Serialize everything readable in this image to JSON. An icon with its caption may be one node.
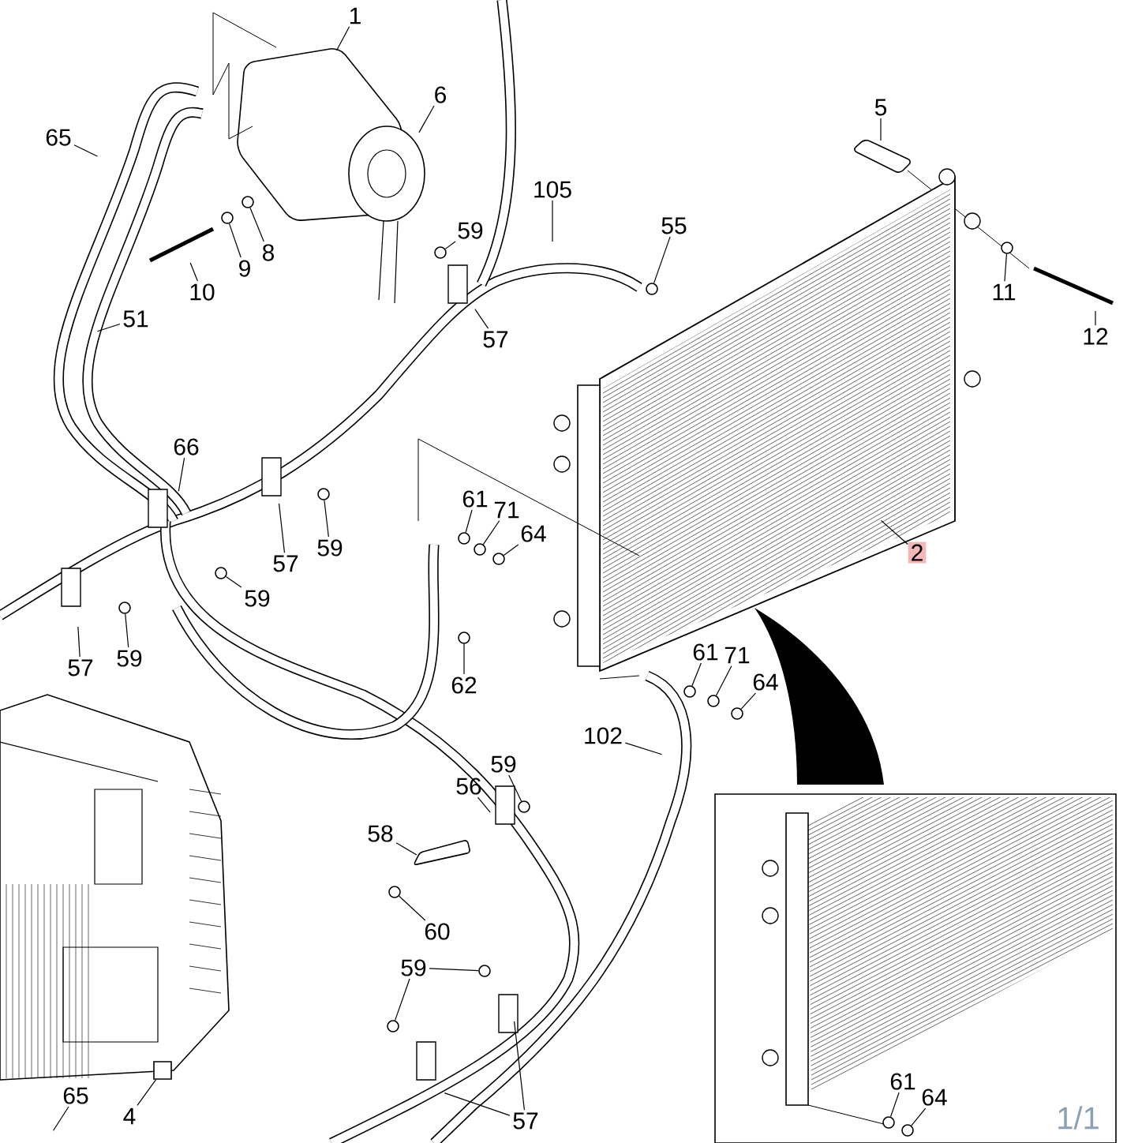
{
  "diagram": {
    "nodes": [
      {
        "text": [
          "1"
        ]
      },
      {
        "text": [
          "6"
        ]
      },
      {
        "text": [
          "5"
        ]
      },
      {
        "text": [
          "65"
        ]
      },
      {
        "text": [
          "105"
        ]
      },
      {
        "text": [
          "55"
        ]
      },
      {
        "text": [
          "59"
        ]
      },
      {
        "text": [
          "8"
        ]
      },
      {
        "text": [
          "9"
        ]
      },
      {
        "text": [
          "10"
        ]
      },
      {
        "text": [
          "11"
        ]
      },
      {
        "text": [
          "51"
        ]
      },
      {
        "text": [
          "12"
        ]
      },
      {
        "text": [
          "57"
        ]
      },
      {
        "text": [
          "66"
        ]
      },
      {
        "text": [
          "61"
        ]
      },
      {
        "text": [
          "71"
        ]
      },
      {
        "text": [
          "64"
        ]
      },
      {
        "text": [
          "59"
        ]
      },
      {
        "text": [
          "2"
        ]
      },
      {
        "text": [
          "57"
        ]
      },
      {
        "text": [
          "59"
        ]
      },
      {
        "text": [
          "61"
        ]
      },
      {
        "text": [
          "71"
        ]
      },
      {
        "text": [
          "59"
        ]
      },
      {
        "text": [
          "57"
        ]
      },
      {
        "text": [
          "64"
        ]
      },
      {
        "text": [
          "62"
        ]
      },
      {
        "text": [
          "102"
        ]
      },
      {
        "text": [
          "59"
        ]
      },
      {
        "text": [
          "56"
        ]
      },
      {
        "text": [
          "58"
        ]
      },
      {
        "text": [
          "60"
        ]
      },
      {
        "text": [
          "59"
        ]
      },
      {
        "text": [
          "61"
        ]
      },
      {
        "text": [
          "65"
        ]
      },
      {
        "text": [
          "64"
        ]
      },
      {
        "text": [
          "4"
        ]
      },
      {
        "text": [
          "57"
        ]
      },
      {
        "text": [],
        "shape": "circle"
      },
      {
        "text": [],
        "shape": "circle"
      },
      {
        "text": [],
        "shape": "circle"
      },
      {
        "text": [],
        "shape": "circle"
      },
      {
        "text": [],
        "shape": "circle"
      },
      {
        "text": [],
        "shape": "circle"
      },
      {
        "text": [],
        "shape": "circle"
      },
      {
        "text": [],
        "shape": "circle"
      },
      {
        "text": [],
        "shape": "circle"
      },
      {
        "text": [],
        "shape": "circle"
      },
      {
        "text": [],
        "shape": "circle"
      },
      {
        "text": [],
        "shape": "circle"
      },
      {
        "text": [],
        "shape": "circle"
      },
      {
        "text": [],
        "shape": "circle"
      },
      {
        "text": [],
        "shape": "circle"
      },
      {
        "text": [],
        "shape": "circle"
      },
      {
        "text": [],
        "shape": "circle"
      },
      {
        "text": [],
        "shape": "circle"
      },
      {
        "text": [],
        "shape": "circle"
      },
      {
        "text": [],
        "shape": "circle"
      },
      {
        "text": [],
        "shape": "circle"
      },
      {
        "text": [],
        "shape": "box"
      }
    ],
    "edges": [
      {
        "from": 0,
        "to": null,
        "arrow": "none"
      },
      {
        "from": 1,
        "to": null,
        "arrow": "none"
      },
      {
        "from": 2,
        "to": null,
        "arrow": "none"
      },
      {
        "from": 3,
        "to": null,
        "arrow": "none"
      },
      {
        "from": 4,
        "to": null,
        "arrow": "none"
      },
      {
        "from": 5,
        "to": 39,
        "arrow": "none"
      },
      {
        "from": 6,
        "to": 40,
        "arrow": "none"
      },
      {
        "from": 7,
        "to": 41,
        "arrow": "none"
      },
      {
        "from": 8,
        "to": 42,
        "arrow": "none"
      },
      {
        "from": 9,
        "to": null,
        "arrow": "none"
      },
      {
        "from": 10,
        "to": 43,
        "arrow": "none"
      },
      {
        "from": 11,
        "to": null,
        "arrow": "none"
      },
      {
        "from": 12,
        "to": null,
        "arrow": "none"
      },
      {
        "from": 13,
        "to": null,
        "arrow": "none"
      },
      {
        "from": 14,
        "to": null,
        "arrow": "none"
      },
      {
        "from": 15,
        "to": 44,
        "arrow": "none"
      },
      {
        "from": 16,
        "to": 45,
        "arrow": "none"
      },
      {
        "from": 17,
        "to": 46,
        "arrow": "none"
      },
      {
        "from": 18,
        "to": 47,
        "arrow": "none"
      },
      {
        "from": 19,
        "to": null,
        "arrow": "none"
      },
      {
        "from": 20,
        "to": null,
        "arrow": "none"
      },
      {
        "from": 21,
        "to": 48,
        "arrow": "none"
      },
      {
        "from": 22,
        "to": 49,
        "arrow": "none"
      },
      {
        "from": 23,
        "to": 50,
        "arrow": "none"
      },
      {
        "from": 24,
        "to": 52,
        "arrow": "none"
      },
      {
        "from": 25,
        "to": null,
        "arrow": "none"
      },
      {
        "from": 26,
        "to": 51,
        "arrow": "none"
      },
      {
        "from": 27,
        "to": 53,
        "arrow": "none"
      },
      {
        "from": 28,
        "to": null,
        "arrow": "none"
      },
      {
        "from": 29,
        "to": 54,
        "arrow": "none"
      },
      {
        "from": 30,
        "to": null,
        "arrow": "none"
      },
      {
        "from": 31,
        "to": null,
        "arrow": "none"
      },
      {
        "from": 32,
        "to": 55,
        "arrow": "none"
      },
      {
        "from": 33,
        "to": 56,
        "arrow": "none"
      },
      {
        "from": 34,
        "to": 58,
        "arrow": "none"
      },
      {
        "from": 35,
        "to": null,
        "arrow": "none"
      },
      {
        "from": 36,
        "to": 59,
        "arrow": "none"
      },
      {
        "from": 37,
        "to": 60,
        "arrow": "none"
      },
      {
        "from": 38,
        "to": null,
        "arrow": "none"
      },
      {
        "from": 33,
        "to": 57,
        "arrow": "none"
      },
      {
        "from": 38,
        "to": null,
        "arrow": "none"
      }
    ],
    "labels": [
      "1/1"
    ]
  }
}
